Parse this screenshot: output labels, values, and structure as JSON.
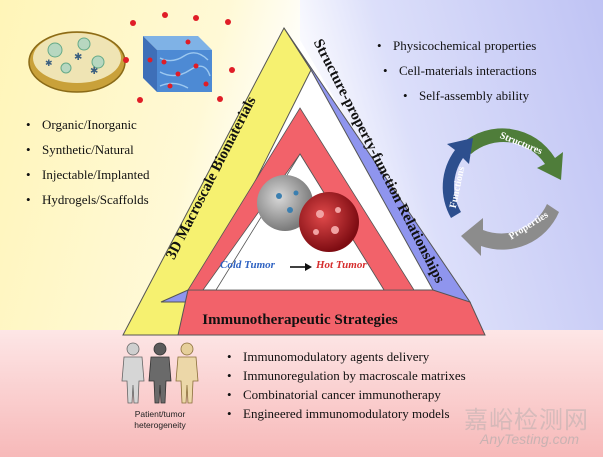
{
  "triangle": {
    "left_side_label": "3D Macroscale Biomaterials",
    "right_side_label": "Structure-property-function Relationships",
    "bottom_side_label": "Immunotherapeutic Strategies"
  },
  "center": {
    "cold_tumor_label": "Cold Tumor",
    "hot_tumor_label": "Hot Tumor"
  },
  "left_list": [
    "Organic/Inorganic",
    "Synthetic/Natural",
    "Injectable/Implanted",
    "Hydrogels/Scaffolds"
  ],
  "right_list": [
    "Physicochemical properties",
    "Cell-materials interactions",
    "Self-assembly ability"
  ],
  "cycle": {
    "labels": [
      "Structures",
      "Properties",
      "Functions"
    ],
    "colors": [
      "#4f7d3a",
      "#8c8c8c",
      "#2d4f8e"
    ]
  },
  "bottom_list": [
    "Immunomodulatory agents delivery",
    "Immunoregulation by macroscale matrixes",
    "Combinatorial cancer immunotherapy",
    "Engineered immunomodulatory models"
  ],
  "patient_label": [
    "Patient/tumor",
    "heterogeneity"
  ],
  "watermark": {
    "cn": "嘉峪检测网",
    "en": "AnyTesting.com"
  },
  "colors": {
    "left_panel": "#fff2a6",
    "right_panel": "#c3c8f5",
    "bottom_panel": "#f7c2c2",
    "yellow_bar": "#f6f170",
    "blue_bar": "#8f95ee",
    "red_bar": "#f2626a",
    "cold_tumor": "#2e62c2",
    "hot_tumor": "#d62d2d"
  }
}
